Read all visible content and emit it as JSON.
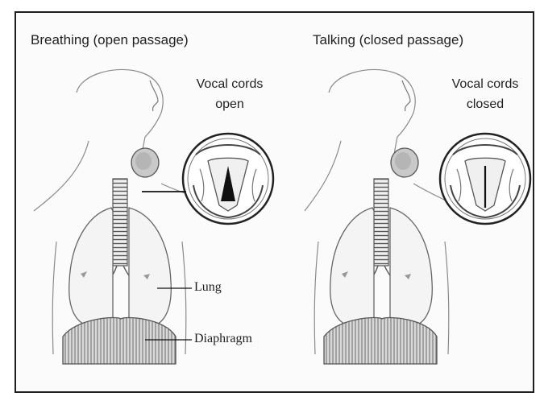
{
  "panels": [
    {
      "title": "Breathing (open passage)",
      "cords_label_line1": "Vocal cords",
      "cords_label_line2": "open"
    },
    {
      "title": "Talking (closed passage)",
      "cords_label_line1": "Vocal cords",
      "cords_label_line2": "closed"
    }
  ],
  "callouts": {
    "lung": "Lung",
    "diaphragm": "Diaphragm"
  },
  "colors": {
    "ink": "#1f1f1f",
    "outline": "#555555",
    "shade": "#9a9a9a"
  }
}
